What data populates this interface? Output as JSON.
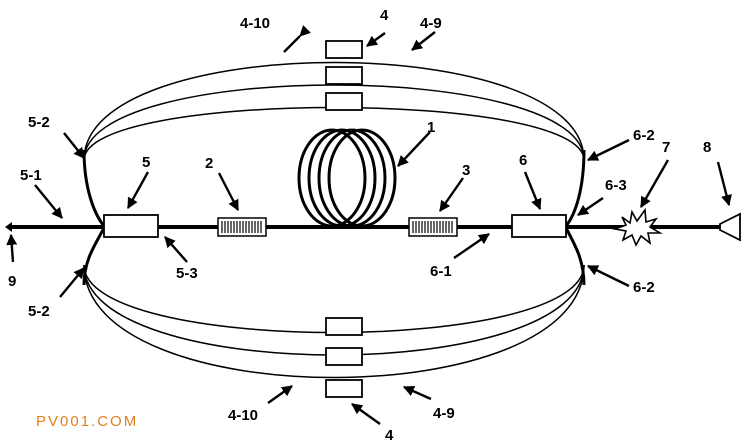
{
  "labels": {
    "l1": "1",
    "l2": "2",
    "l3": "3",
    "l4_top": "4",
    "l4_bottom": "4",
    "l4_10_top": "4-10",
    "l4_9_top": "4-9",
    "l4_10_bottom": "4-10",
    "l4_9_bottom": "4-9",
    "l5": "5",
    "l5_1": "5-1",
    "l5_2_top": "5-2",
    "l5_2_bottom": "5-2",
    "l5_3": "5-3",
    "l6": "6",
    "l6_1": "6-1",
    "l6_2_top": "6-2",
    "l6_2_bottom": "6-2",
    "l6_3": "6-3",
    "l7": "7",
    "l8": "8",
    "l9": "9"
  },
  "watermark": "PV001.COM",
  "colors": {
    "line": "#000000",
    "background": "#ffffff",
    "watermark": "#e0801e"
  }
}
